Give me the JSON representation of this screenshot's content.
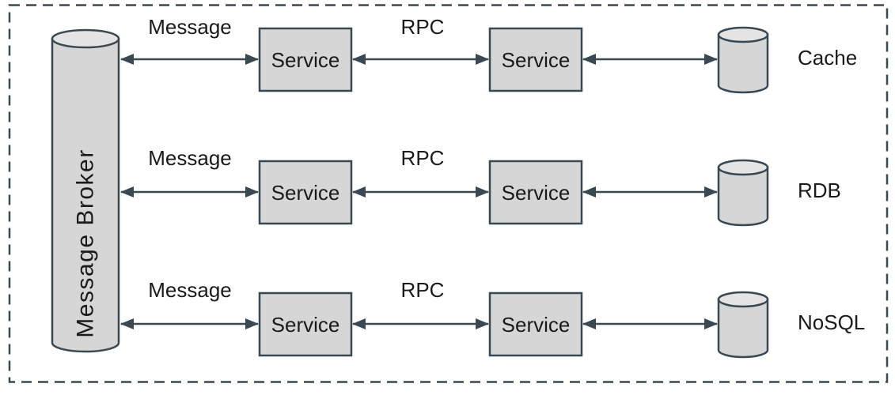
{
  "diagram": {
    "broker": {
      "label": "Message Broker"
    },
    "rows": [
      {
        "arrow1_label": "Message",
        "service_a": "Service",
        "arrow2_label": "RPC",
        "service_b": "Service",
        "datastore_label": "Cache"
      },
      {
        "arrow1_label": "Message",
        "service_a": "Service",
        "arrow2_label": "RPC",
        "service_b": "Service",
        "datastore_label": "RDB"
      },
      {
        "arrow1_label": "Message",
        "service_a": "Service",
        "arrow2_label": "RPC",
        "service_b": "Service",
        "datastore_label": "NoSQL"
      }
    ],
    "colors": {
      "stroke_color": "#3a4852",
      "shape_fill": "#d6d6d6",
      "shape_fill_top": "#e4e4e4",
      "text_color": "#1a1a1a",
      "background": "#ffffff"
    }
  }
}
